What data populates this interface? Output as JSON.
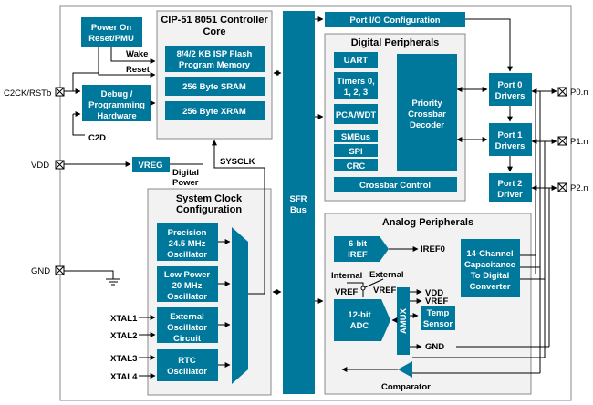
{
  "core": {
    "title_line1": "CIP-51 8051 Controller",
    "title_line2": "Core"
  },
  "memory": {
    "flash_line1": "8/4/2 KB ISP Flash",
    "flash_line2": "Program Memory",
    "sram": "256 Byte SRAM",
    "xram": "256 Byte XRAM"
  },
  "power_on": {
    "line1": "Power On",
    "line2": "Reset/PMU"
  },
  "debug": {
    "line1": "Debug /",
    "line2": "Programming",
    "line3": "Hardware"
  },
  "vreg": {
    "label": "VREG"
  },
  "signals": {
    "wake": "Wake",
    "reset": "Reset",
    "c2d": "C2D",
    "sysclk": "SYSCLK",
    "digital_power_line1": "Digital",
    "digital_power_line2": "Power",
    "iref0": "IREF0",
    "internal_vref_line1": "Internal",
    "internal_vref_line2": "VREF",
    "external_vref_line1": "External",
    "external_vref_line2": "VREF",
    "vdd": "VDD",
    "vref": "VREF",
    "gnd": "GND",
    "comparator": "Comparator"
  },
  "pins": {
    "c2ck": "C2CK/RSTb",
    "vdd": "VDD",
    "gnd": "GND",
    "xtal1": "XTAL1",
    "xtal2": "XTAL2",
    "xtal3": "XTAL3",
    "xtal4": "XTAL4",
    "p0": "P0.n",
    "p1": "P1.n",
    "p2": "P2.n"
  },
  "sfr_bus": {
    "line1": "SFR",
    "line2": "Bus"
  },
  "port_io": {
    "label": "Port I/O Configuration"
  },
  "digital_peripherals": {
    "title": "Digital Peripherals",
    "uart": "UART",
    "timers_line1": "Timers 0,",
    "timers_line2": "1, 2, 3",
    "pca": "PCA/WDT",
    "smbus": "SMBus",
    "spi": "SPI",
    "crc": "CRC",
    "crossbar_line1": "Priority",
    "crossbar_line2": "Crossbar",
    "crossbar_line3": "Decoder",
    "crossbar_control": "Crossbar Control"
  },
  "ports": {
    "port0_line1": "Port 0",
    "port0_line2": "Drivers",
    "port1_line1": "Port 1",
    "port1_line2": "Drivers",
    "port2_line1": "Port 2",
    "port2_line2": "Driver"
  },
  "clock": {
    "title_line1": "System Clock",
    "title_line2": "Configuration",
    "precision_line1": "Precision",
    "precision_line2": "24.5 MHz",
    "precision_line3": "Oscillator",
    "lowpower_line1": "Low Power",
    "lowpower_line2": "20 MHz",
    "lowpower_line3": "Oscillator",
    "external_line1": "External",
    "external_line2": "Oscillator",
    "external_line3": "Circuit",
    "rtc_line1": "RTC",
    "rtc_line2": "Oscillator"
  },
  "analog": {
    "title": "Analog Peripherals",
    "iref_line1": "6-bit",
    "iref_line2": "IREF",
    "cap_line1": "14-Channel",
    "cap_line2": "Capacitance",
    "cap_line3": "To Digital",
    "cap_line4": "Converter",
    "adc_line1": "12-bit",
    "adc_line2": "ADC",
    "amux": "AMUX",
    "temp_line1": "Temp",
    "temp_line2": "Sensor"
  },
  "colors": {
    "block": "#00789c",
    "panel": "#f2f2f2",
    "border": "#8a8a8a"
  }
}
